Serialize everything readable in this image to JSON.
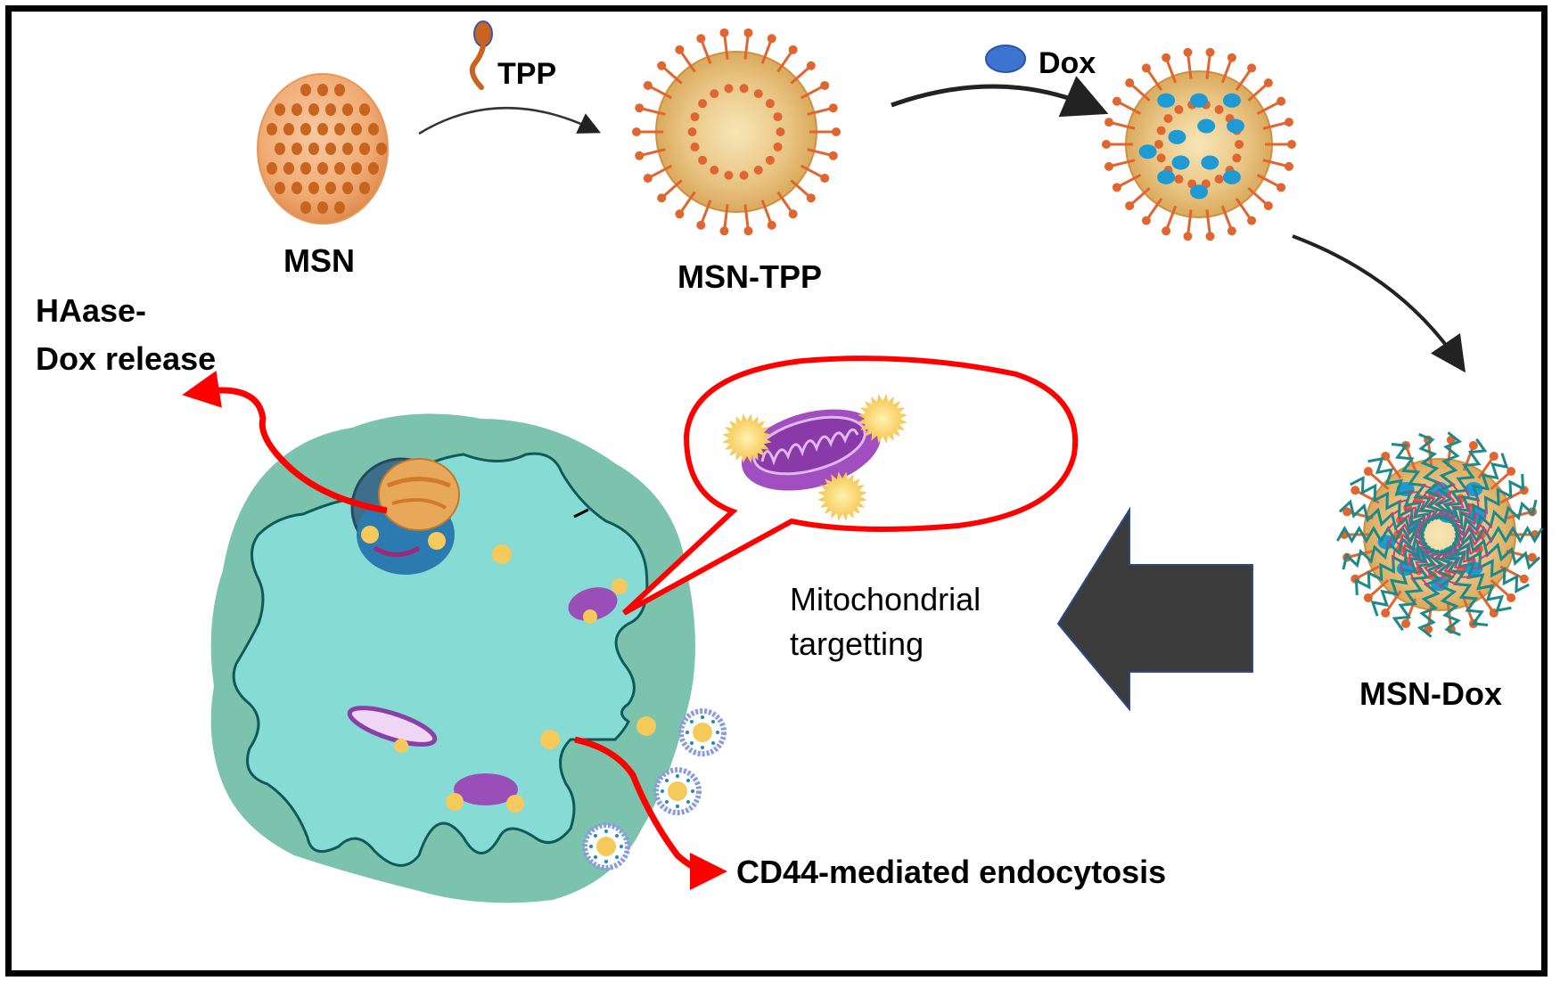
{
  "diagram": {
    "title": "MSN-TPP-Dox nanoparticle synthesis and mitochondrial targeting pathway",
    "colors": {
      "msn_core": "#f0a46a",
      "msn_pores": "#c8641e",
      "tpp_ligand": "#e0652f",
      "dox_drug": "#1e9ad4",
      "ha_coating": "#1a8a8a",
      "pathway_arrow": "#ff0000",
      "cell_outer": "#7cc3ad",
      "cell_inner": "#86dcd4",
      "mitochondria": "#9a4fb8",
      "big_arrow": "#3b3b3b"
    },
    "nodes": [
      {
        "id": "msn",
        "label": "MSN"
      },
      {
        "id": "msn_tpp",
        "label": "MSN-TPP"
      },
      {
        "id": "msn_tpp_dox",
        "label": ""
      },
      {
        "id": "msn_dox",
        "label": "MSN-Dox"
      }
    ],
    "reagents": [
      {
        "label": "TPP",
        "icon": "tpp-ligand-icon"
      },
      {
        "label": "Dox",
        "icon": "dox-molecule-icon"
      }
    ],
    "annotations": {
      "haase_line1": "HAase-",
      "haase_line2": "Dox release",
      "mito_line1": "Mitochondrial",
      "mito_line2": "targetting",
      "cd44": "CD44-mediated endocytosis"
    },
    "edges": [
      {
        "from": "MSN",
        "to": "MSN-TPP",
        "via": "TPP"
      },
      {
        "from": "MSN-TPP",
        "to": "MSN-TPP-Dox",
        "via": "Dox"
      },
      {
        "from": "MSN-TPP-Dox",
        "to": "MSN-Dox",
        "via": "HA coating"
      },
      {
        "from": "MSN-Dox",
        "to": "Cancer cell",
        "via": "CD44-mediated endocytosis"
      }
    ]
  }
}
